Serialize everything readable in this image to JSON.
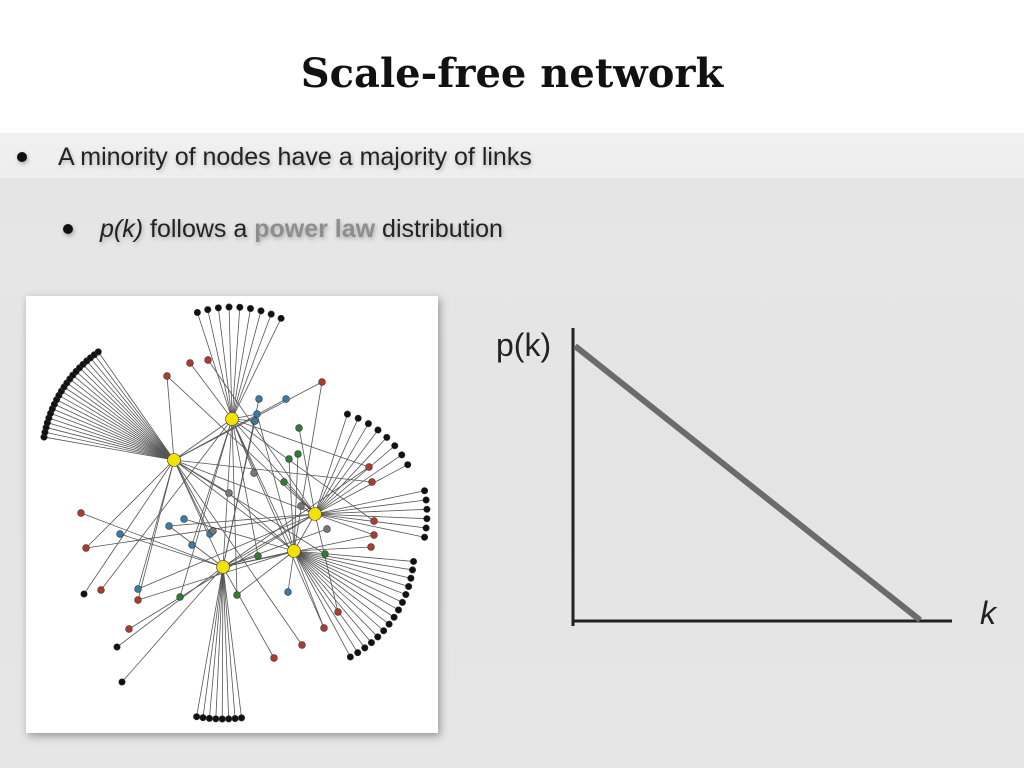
{
  "title": "Scale-free network",
  "bullets": {
    "level1": "A minority of nodes have a majority of links",
    "level2_fn": "p(k)",
    "level2_mid": " follows a ",
    "level2_highlight": "power law",
    "level2_end": " distribution"
  },
  "plot": {
    "ylabel": "p(k)",
    "xlabel": "k",
    "line_color": "#6b6b6b",
    "axis_color": "#222222"
  },
  "network": {
    "hub_color": "#f2e200",
    "leaf_color": "#111111",
    "node_colors": [
      "#b03a2e",
      "#3a7ca5",
      "#2e7d32",
      "#777777"
    ]
  }
}
